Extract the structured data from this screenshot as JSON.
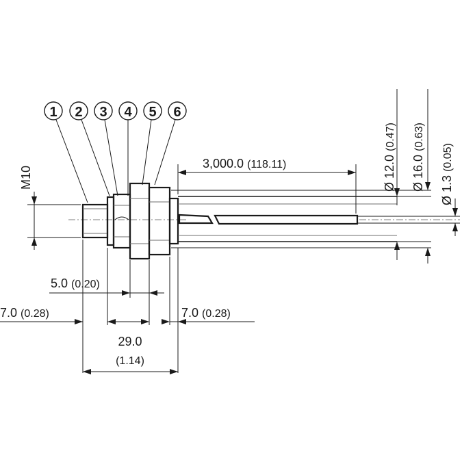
{
  "callouts": [
    "1",
    "2",
    "3",
    "4",
    "5",
    "6"
  ],
  "dimensions": {
    "cable_length": {
      "value": "3,000.0",
      "inch": "(118.11)"
    },
    "d_outer": {
      "value": "Ø 12.0",
      "inch": "(0.47)"
    },
    "d_flange": {
      "value": "Ø 16.0",
      "inch": "(0.63)"
    },
    "d_fiber": {
      "value": "Ø 1.3",
      "inch": "(0.05)"
    },
    "thread": {
      "value": "M10"
    },
    "nut_width": {
      "value": "5.0",
      "inch": "(0.20)"
    },
    "left_len": {
      "value": "7.0",
      "inch": "(0.28)"
    },
    "right_len": {
      "value": "7.0",
      "inch": "(0.28)"
    },
    "total_len": {
      "value": "29.0",
      "inch": "(1.14)"
    }
  }
}
